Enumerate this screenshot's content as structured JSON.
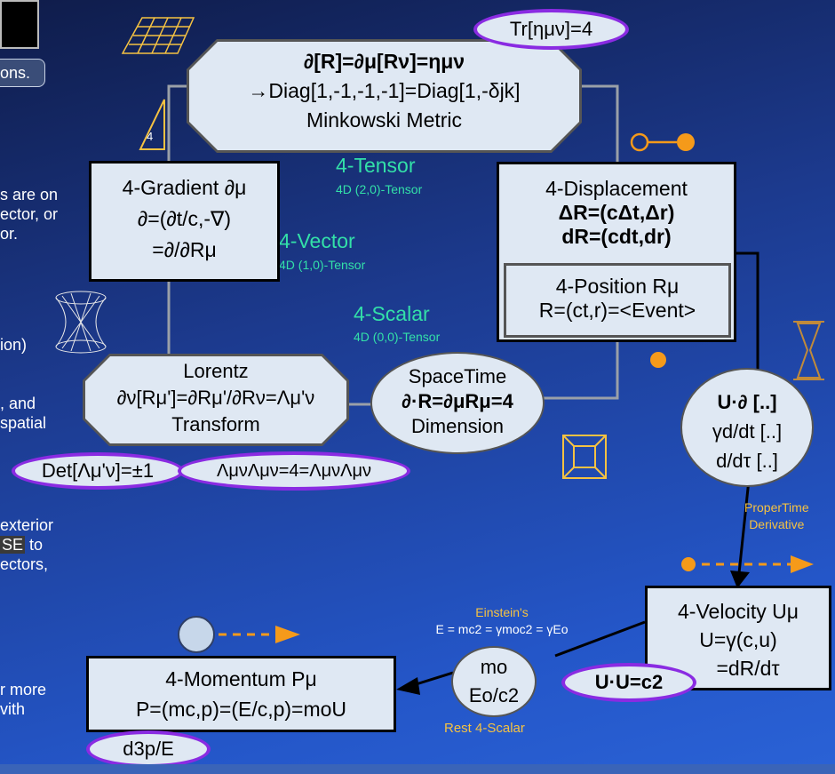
{
  "side_text": {
    "top": "ons.",
    "lines_a": [
      "s are on",
      "ector, or",
      "or."
    ],
    "line_b": "ion)",
    "lines_c": [
      ", and",
      "spatial"
    ],
    "lines_d": [
      "exterior",
      "to",
      "ectors,"
    ],
    "boxed_word": "SE",
    "lines_e": [
      "r more",
      "vith"
    ]
  },
  "metric": {
    "l1": "∂[R]=∂μ[Rν]=ημν",
    "l2": "→Diag[1,-1,-1,-1]=Diag[1,-δjk]",
    "l3": "Minkowski Metric"
  },
  "trace": "Tr[ημν]=4",
  "triangle_label": "4",
  "labels": {
    "tensor": "4-Tensor",
    "tensor_sub": "4D (2,0)-Tensor",
    "vector": "4-Vector",
    "vector_sub": "4D (1,0)-Tensor",
    "scalar": "4-Scalar",
    "scalar_sub": "4D (0,0)-Tensor"
  },
  "gradient": {
    "l1": "4-Gradient ∂μ",
    "l2": "∂=(∂t/c,-∇)",
    "l3": "=∂/∂Rμ"
  },
  "displacement": {
    "l1": "4-Displacement",
    "l2": "ΔR=(cΔt,Δr)",
    "l3": "dR=(cdt,dr)"
  },
  "position": {
    "l1": "4-Position Rμ",
    "l2": "R=(ct,r)=<Event>"
  },
  "lorentz": {
    "l1": "Lorentz",
    "l2": "∂ν[Rμ']=∂Rμ'/∂Rν=Λμ'ν",
    "l3": "Transform"
  },
  "spacetime": {
    "l1": "SpaceTime",
    "l2": "∂·R=∂μRμ=4",
    "l3": "Dimension"
  },
  "det": "Det[Λμ'ν]=±1",
  "lambda": "ΛμνΛμν=4=ΛμνΛμν",
  "derivative_oval": {
    "l1": "U·∂ [..]",
    "l2": "γd/dt [..]",
    "l3": "d/dτ [..]"
  },
  "proper_time": [
    "ProperTime",
    "Derivative"
  ],
  "velocity": {
    "l1": "4-Velocity Uμ",
    "l2": "U=γ(c,u)",
    "l3": "=dR/dτ"
  },
  "uu": "U·U=c2",
  "einstein": [
    "Einstein's",
    "E = mc2 = γmoc2 = γEo"
  ],
  "rest": {
    "l1": "mo",
    "l2": "Eo/c2",
    "caption": "Rest 4-Scalar"
  },
  "momentum": {
    "l1": "4-Momentum Pμ",
    "l2": "P=(mc,p)=(E/c,p)=moU"
  },
  "measure": "d3p/E",
  "colors": {
    "blue_bg": "#1c3a8e",
    "box_fill": "#dfe8f3",
    "green": "#33e0a8",
    "gold": "#f5c242",
    "purple": "#8a2be2",
    "orange": "#f59a1a"
  }
}
